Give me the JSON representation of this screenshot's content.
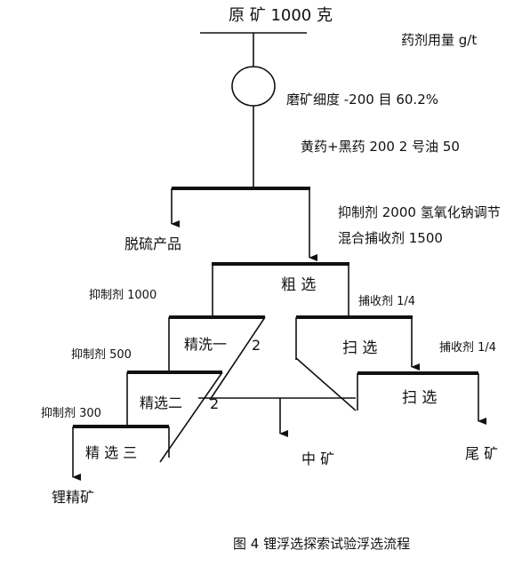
{
  "header": {
    "ore": "原 矿 1000 克",
    "unit": "药剂用量 g/t"
  },
  "grinding": {
    "fineness": "磨矿细度 -200 目 60.2%",
    "desulfur_reagents": "黄药+黑药 200 2 号油 50"
  },
  "desulfurization": {
    "product": "脱硫产品"
  },
  "rougher_reagents": {
    "line1": "抑制剂 2000 氢氧化钠调节",
    "line2": "混合捕收剂 1500"
  },
  "stages": {
    "rougher": "粗 选",
    "cleaner1": "精洗一",
    "cleaner1_count": "2",
    "cleaner2": "精选二",
    "cleaner2_count": "2",
    "cleaner3": "精 选 三",
    "scavenger1": "扫 选",
    "scavenger2": "扫 选"
  },
  "stage_reagents": {
    "cleaner1": "抑制剂 1000",
    "cleaner2": "抑制剂 500",
    "cleaner3": "抑制剂 300",
    "scavenger1": "捕收剂 1/4",
    "scavenger2": "捕收剂 1/4"
  },
  "products": {
    "concentrate": "锂精矿",
    "middlings": "中 矿",
    "tailings": "尾 矿"
  },
  "caption": "图 4 锂浮选探索试验浮选流程"
}
